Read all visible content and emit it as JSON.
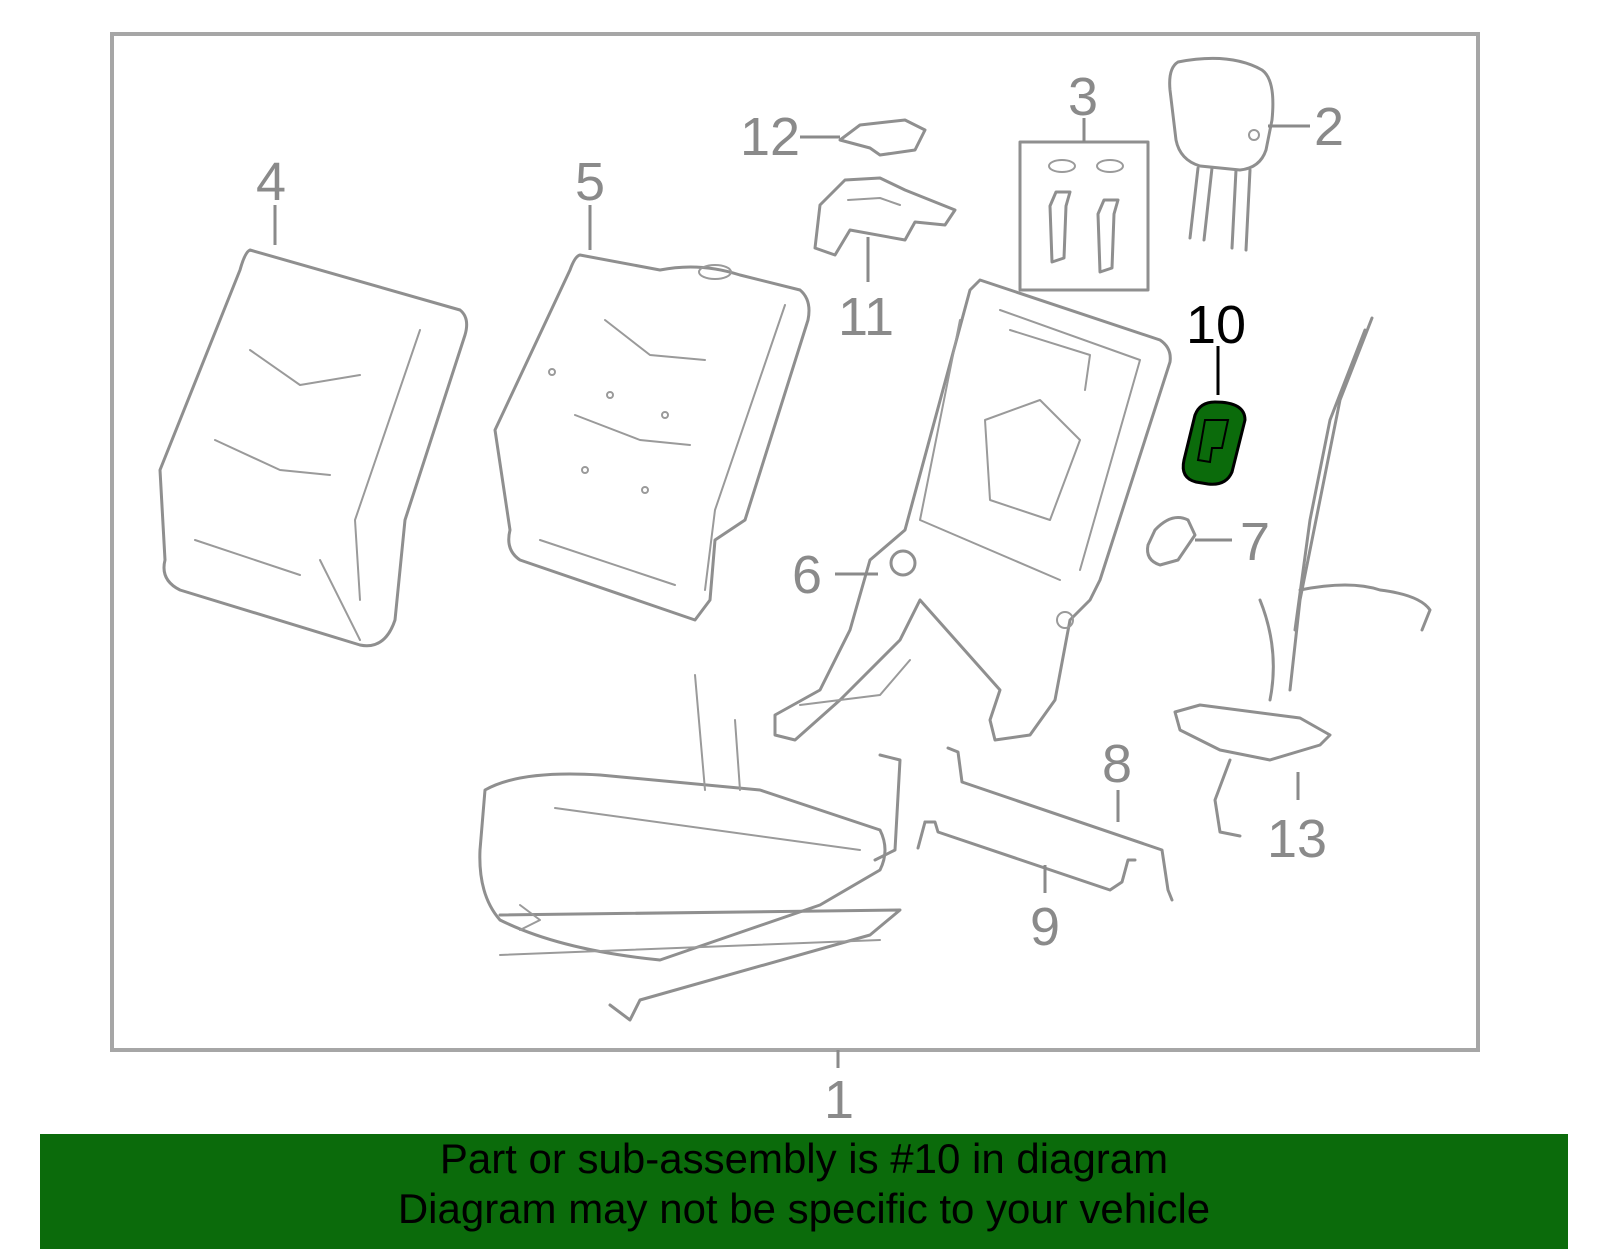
{
  "colors": {
    "frame": "#a6a6a6",
    "part_line": "#8f8f8f",
    "label": "#8a8a8a",
    "highlight_fill": "#0b6b0b",
    "highlight_label": "#000000",
    "banner_bg": "#0b6b0b",
    "banner_text": "#000000"
  },
  "diagram": {
    "assembly_label": "1",
    "callouts": [
      {
        "num": "2",
        "part": "headrest",
        "highlighted": false
      },
      {
        "num": "3",
        "part": "headrest-guide-kit",
        "highlighted": false
      },
      {
        "num": "4",
        "part": "seat-back-cover",
        "highlighted": false
      },
      {
        "num": "5",
        "part": "seat-back-pad",
        "highlighted": false
      },
      {
        "num": "6",
        "part": "seat-back-frame",
        "highlighted": false
      },
      {
        "num": "7",
        "part": "trim-cover",
        "highlighted": false
      },
      {
        "num": "8",
        "part": "rod",
        "highlighted": false
      },
      {
        "num": "9",
        "part": "rod",
        "highlighted": false
      },
      {
        "num": "10",
        "part": "release-handle",
        "highlighted": true
      },
      {
        "num": "11",
        "part": "bracket",
        "highlighted": false
      },
      {
        "num": "12",
        "part": "clip",
        "highlighted": false
      },
      {
        "num": "13",
        "part": "cable-harness",
        "highlighted": false
      }
    ]
  },
  "banner": {
    "line1": "Part or sub-assembly is #10 in diagram",
    "line2": "Diagram may not be specific to your vehicle"
  }
}
